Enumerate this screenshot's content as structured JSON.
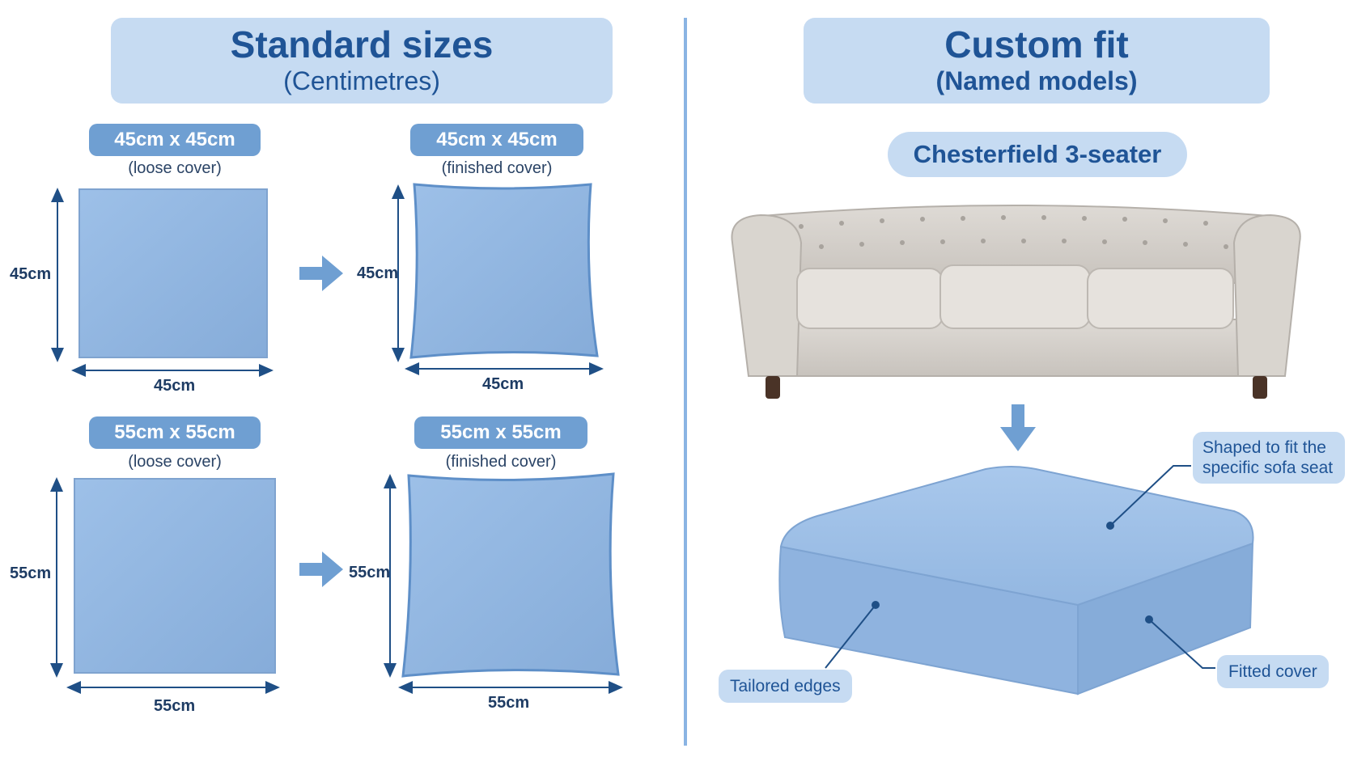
{
  "left_panel": {
    "title": "Standard sizes",
    "subtitle": "(Centimetres)",
    "rows": [
      {
        "loose": {
          "size_label": "45cm x 45cm",
          "caption": "(loose cover)",
          "height_label": "45cm",
          "width_label": "45cm"
        },
        "finished": {
          "size_label": "45cm x 45cm",
          "caption": "(finished cover)",
          "height_label": "45cm",
          "width_label": "45cm"
        }
      },
      {
        "loose": {
          "size_label": "55cm x 55cm",
          "caption": "(loose cover)",
          "height_label": "55cm",
          "width_label": "55cm"
        },
        "finished": {
          "size_label": "55cm x 55cm",
          "caption": "(finished cover)",
          "height_label": "55cm",
          "width_label": "55cm"
        }
      }
    ]
  },
  "right_panel": {
    "title": "Custom fit",
    "subtitle": "(Named models)",
    "model": "Chesterfield 3-seater",
    "callouts": {
      "shaped": "Shaped to fit the specific sofa seat",
      "tailored": "Tailored edges",
      "fitted": "Fitted cover"
    }
  },
  "colors": {
    "accent": "#6f9fd2",
    "pill_light": "#c6dbf2",
    "fabric": "#8fb3df",
    "text_dark": "#1f5496",
    "divider": "#8ab4e3"
  },
  "icons": {
    "transform_arrow": "arrow-right-icon",
    "down_arrow": "arrow-down-icon"
  }
}
